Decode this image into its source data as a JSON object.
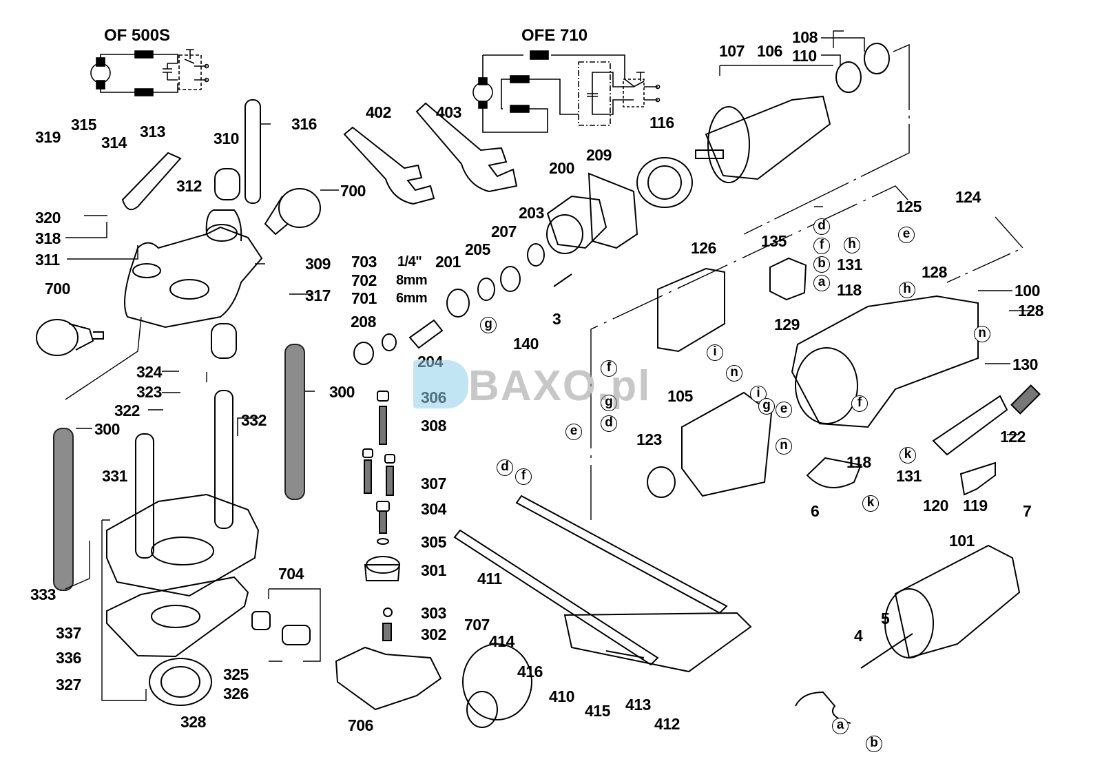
{
  "diagram": {
    "type": "exploded-parts-diagram",
    "circuit_titles": [
      "OF 500S",
      "OFE 710"
    ],
    "watermark": "BAXO.pl",
    "part_labels": [
      "319",
      "315",
      "314",
      "313",
      "312",
      "310",
      "316",
      "700",
      "320",
      "318",
      "311",
      "309",
      "317",
      "700",
      "324",
      "323",
      "322",
      "300",
      "300",
      "331",
      "332",
      "333",
      "337",
      "336",
      "327",
      "328",
      "325",
      "326",
      "704",
      "402",
      "403",
      "116",
      "200",
      "209",
      "203",
      "207",
      "205",
      "201",
      "703",
      "702",
      "701",
      "208",
      "204",
      "3",
      "306",
      "308",
      "307",
      "304",
      "305",
      "301",
      "303",
      "302",
      "707",
      "706",
      "411",
      "414",
      "416",
      "410",
      "415",
      "413",
      "412",
      "107",
      "106",
      "108",
      "110",
      "125",
      "124",
      "135",
      "126",
      "131",
      "128",
      "118",
      "100",
      "128",
      "129",
      "140",
      "105",
      "123",
      "130",
      "122",
      "118",
      "131",
      "120",
      "119",
      "6",
      "7",
      "101",
      "5",
      "4"
    ],
    "sizes": {
      "703": "1/4\"",
      "702": "8mm",
      "701": "6mm"
    },
    "connector_letters": [
      "a",
      "b",
      "d",
      "e",
      "f",
      "g",
      "h",
      "i",
      "k",
      "n"
    ]
  },
  "labels": {
    "l319": "319",
    "l315": "315",
    "l314": "314",
    "l313": "313",
    "l312": "312",
    "l310": "310",
    "l316": "316",
    "l700a": "700",
    "l320": "320",
    "l318": "318",
    "l311": "311",
    "l309": "309",
    "l317": "317",
    "l700b": "700",
    "l324": "324",
    "l323": "323",
    "l322": "322",
    "l300a": "300",
    "l300b": "300",
    "l331": "331",
    "l332": "332",
    "l333": "333",
    "l337": "337",
    "l336": "336",
    "l327": "327",
    "l328": "328",
    "l325": "325",
    "l326": "326",
    "l704": "704",
    "l402": "402",
    "l403": "403",
    "l116": "116",
    "l200": "200",
    "l209": "209",
    "l203": "203",
    "l207": "207",
    "l205": "205",
    "l201": "201",
    "l703": "703",
    "l702": "702",
    "l701": "701",
    "s703": "1/4\"",
    "s702": "8mm",
    "s701": "6mm",
    "l208": "208",
    "l204": "204",
    "l3": "3",
    "l306": "306",
    "l308": "308",
    "l307": "307",
    "l304": "304",
    "l305": "305",
    "l301": "301",
    "l303": "303",
    "l302": "302",
    "l707": "707",
    "l706": "706",
    "l411": "411",
    "l414": "414",
    "l416": "416",
    "l410": "410",
    "l415": "415",
    "l413": "413",
    "l412": "412",
    "l107": "107",
    "l106": "106",
    "l108": "108",
    "l110": "110",
    "l125": "125",
    "l124": "124",
    "l135": "135",
    "l126": "126",
    "l131a": "131",
    "l128a": "128",
    "l118a": "118",
    "l100": "100",
    "l128b": "128",
    "l129": "129",
    "l140": "140",
    "l105": "105",
    "l123": "123",
    "l130": "130",
    "l122": "122",
    "l118b": "118",
    "l131b": "131",
    "l120": "120",
    "l119": "119",
    "l6": "6",
    "l7": "7",
    "l101": "101",
    "l5": "5",
    "l4": "4",
    "t1": "OF 500S",
    "t2": "OFE 710",
    "c_d1": "d",
    "c_f1": "f",
    "c_b1": "b",
    "c_a1": "a",
    "c_h1": "h",
    "c_e1": "e",
    "c_h2": "h",
    "c_n1": "n",
    "c_i1": "i",
    "c_n2": "n",
    "c_f2": "f",
    "c_g2": "g",
    "c_d2": "d",
    "c_i2": "i",
    "c_g3": "g",
    "c_e3": "e",
    "c_n3": "n",
    "c_f3": "f",
    "c_k1": "k",
    "c_k2": "k",
    "c_g1": "g",
    "c_e2": "e",
    "c_d3": "d",
    "c_f4": "f",
    "c_a2": "a",
    "c_b2": "b",
    "wm": "BAXO.pl"
  }
}
